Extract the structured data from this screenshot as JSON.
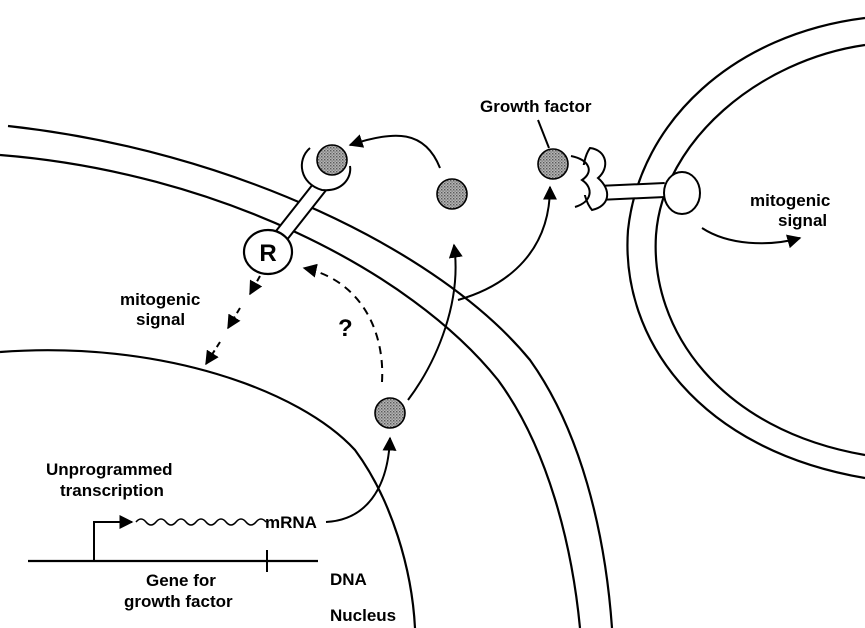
{
  "labels": {
    "growth_factor": "Growth factor",
    "mitogenic_signal_right_1": "mitogenic",
    "mitogenic_signal_right_2": "signal",
    "receptor": "R",
    "mitogenic_signal_left_1": "mitogenic",
    "mitogenic_signal_left_2": "signal",
    "question": "?",
    "unprogrammed_1": "Unprogrammed",
    "unprogrammed_2": "transcription",
    "mrna": "mRNA",
    "gene_1": "Gene for",
    "gene_2": "growth factor",
    "dna": "DNA",
    "nucleus": "Nucleus"
  },
  "colors": {
    "growth_factor_fill": "#8a8a8a",
    "line": "#000000"
  }
}
